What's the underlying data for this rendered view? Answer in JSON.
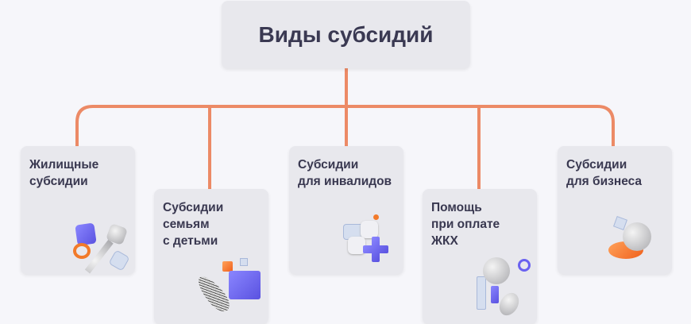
{
  "title": "Виды субсидий",
  "colors": {
    "connector": "#ec8a66",
    "card": "#e8e8ed",
    "text": "#393850",
    "background": "#f6f6fa"
  },
  "cards": [
    {
      "label": "Жилищные\nсубсидии",
      "icon": "key-icon"
    },
    {
      "label": "Субсидии\nсемьям\nс детьми",
      "icon": "feather-cube-icon"
    },
    {
      "label": "Субсидии\nдля инвалидов",
      "icon": "plus-hexagon-icon"
    },
    {
      "label": "Помощь\nпри оплате\nЖКХ",
      "icon": "coins-icon"
    },
    {
      "label": "Субсидии\nдля бизнеса",
      "icon": "coin-icon"
    }
  ]
}
